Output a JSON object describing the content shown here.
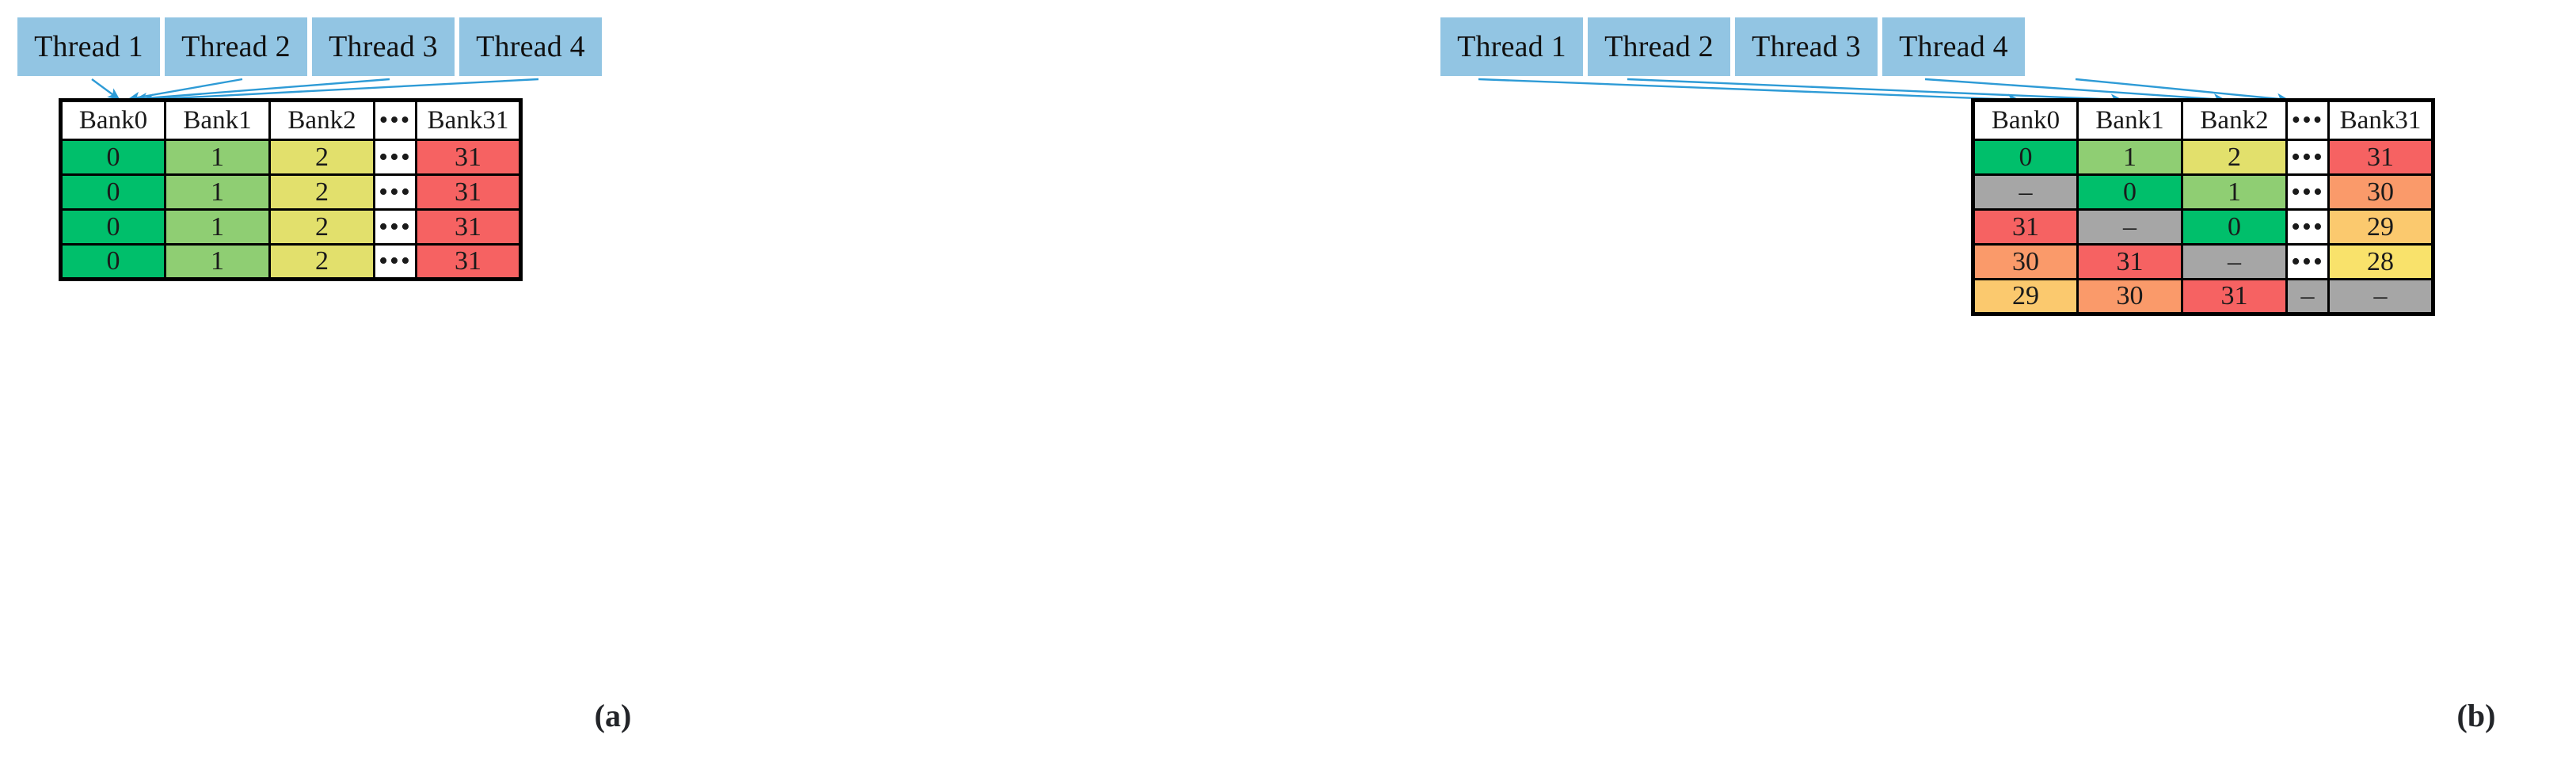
{
  "colors": {
    "thread_box": "#92C5E3",
    "arrow": "#2E9BD6",
    "border": "#000000",
    "green": "#00BF6B",
    "light_green": "#8FCE73",
    "yellow_green": "#E2E06C",
    "yellow": "#F9E26B",
    "light_orange": "#FBC96E",
    "orange": "#FA9A6A",
    "red": "#F66262",
    "gray": "#A6A6A6",
    "white": "#FFFFFF"
  },
  "panels": [
    {
      "id": "a",
      "caption": "(a)",
      "threads": [
        {
          "label": "Thread 1"
        },
        {
          "label": "Thread 2"
        },
        {
          "label": "Thread 3"
        },
        {
          "label": "Thread 4"
        }
      ],
      "table": {
        "headers": [
          "Bank0",
          "Bank1",
          "Bank2",
          "•••",
          "Bank31"
        ],
        "rows": [
          [
            {
              "value": "0",
              "color": "#00BF6B"
            },
            {
              "value": "1",
              "color": "#8FCE73"
            },
            {
              "value": "2",
              "color": "#E2E06C"
            },
            {
              "value": "•••",
              "color": "#FFFFFF"
            },
            {
              "value": "31",
              "color": "#F66262"
            }
          ],
          [
            {
              "value": "0",
              "color": "#00BF6B"
            },
            {
              "value": "1",
              "color": "#8FCE73"
            },
            {
              "value": "2",
              "color": "#E2E06C"
            },
            {
              "value": "•••",
              "color": "#FFFFFF"
            },
            {
              "value": "31",
              "color": "#F66262"
            }
          ],
          [
            {
              "value": "0",
              "color": "#00BF6B"
            },
            {
              "value": "1",
              "color": "#8FCE73"
            },
            {
              "value": "2",
              "color": "#E2E06C"
            },
            {
              "value": "•••",
              "color": "#FFFFFF"
            },
            {
              "value": "31",
              "color": "#F66262"
            }
          ],
          [
            {
              "value": "0",
              "color": "#00BF6B"
            },
            {
              "value": "1",
              "color": "#8FCE73"
            },
            {
              "value": "2",
              "color": "#E2E06C"
            },
            {
              "value": "•••",
              "color": "#FFFFFF"
            },
            {
              "value": "31",
              "color": "#F66262"
            }
          ]
        ]
      },
      "arrows": [
        {
          "from_thread": 1,
          "to_bank": "Bank0"
        },
        {
          "from_thread": 2,
          "to_bank": "Bank0"
        },
        {
          "from_thread": 3,
          "to_bank": "Bank0"
        },
        {
          "from_thread": 4,
          "to_bank": "Bank0"
        }
      ]
    },
    {
      "id": "b",
      "caption": "(b)",
      "threads": [
        {
          "label": "Thread 1"
        },
        {
          "label": "Thread 2"
        },
        {
          "label": "Thread 3"
        },
        {
          "label": "Thread 4"
        }
      ],
      "table": {
        "headers": [
          "Bank0",
          "Bank1",
          "Bank2",
          "•••",
          "Bank31"
        ],
        "rows": [
          [
            {
              "value": "0",
              "color": "#00BF6B"
            },
            {
              "value": "1",
              "color": "#8FCE73"
            },
            {
              "value": "2",
              "color": "#E2E06C"
            },
            {
              "value": "•••",
              "color": "#FFFFFF"
            },
            {
              "value": "31",
              "color": "#F66262"
            }
          ],
          [
            {
              "value": "–",
              "color": "#A6A6A6"
            },
            {
              "value": "0",
              "color": "#00BF6B"
            },
            {
              "value": "1",
              "color": "#8FCE73"
            },
            {
              "value": "•••",
              "color": "#FFFFFF"
            },
            {
              "value": "30",
              "color": "#FA9A6A"
            }
          ],
          [
            {
              "value": "31",
              "color": "#F66262"
            },
            {
              "value": "–",
              "color": "#A6A6A6"
            },
            {
              "value": "0",
              "color": "#00BF6B"
            },
            {
              "value": "•••",
              "color": "#FFFFFF"
            },
            {
              "value": "29",
              "color": "#FBC96E"
            }
          ],
          [
            {
              "value": "30",
              "color": "#FA9A6A"
            },
            {
              "value": "31",
              "color": "#F66262"
            },
            {
              "value": "–",
              "color": "#A6A6A6"
            },
            {
              "value": "•••",
              "color": "#FFFFFF"
            },
            {
              "value": "28",
              "color": "#F9E26B"
            }
          ],
          [
            {
              "value": "29",
              "color": "#FBC96E"
            },
            {
              "value": "30",
              "color": "#FA9A6A"
            },
            {
              "value": "31",
              "color": "#F66262"
            },
            {
              "value": "–",
              "color": "#A6A6A6"
            },
            {
              "value": "–",
              "color": "#A6A6A6"
            }
          ]
        ]
      },
      "arrows": [
        {
          "from_thread": 1,
          "to_bank": "Bank0"
        },
        {
          "from_thread": 2,
          "to_bank": "Bank1"
        },
        {
          "from_thread": 3,
          "to_bank": "Bank2"
        },
        {
          "from_thread": 4,
          "to_bank": "•••"
        }
      ]
    }
  ]
}
